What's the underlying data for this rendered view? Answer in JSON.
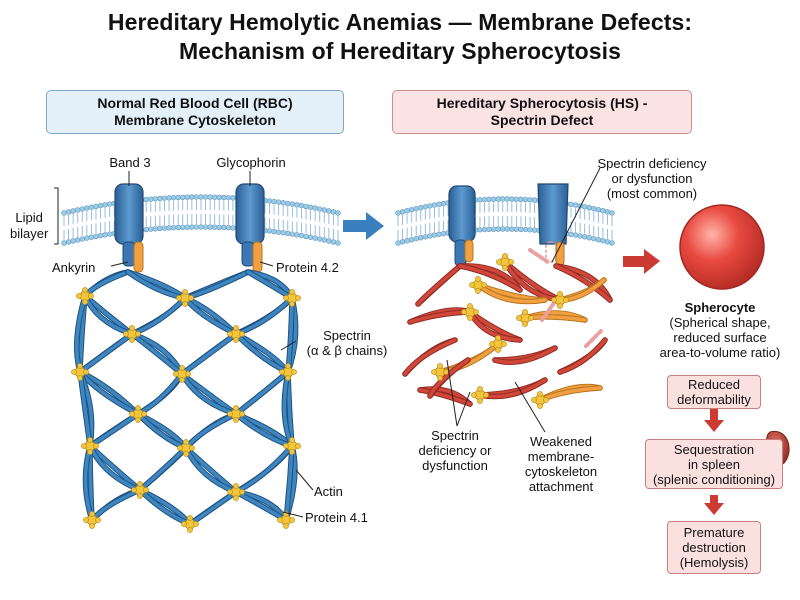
{
  "title": {
    "line1": "Hereditary Hemolytic Anemias — Membrane Defects:",
    "line2": "Mechanism of Hereditary Spherocytosis"
  },
  "panels": {
    "normal": {
      "line1": "Normal Red Blood Cell (RBC)",
      "line2": "Membrane Cytoskeleton"
    },
    "hs": {
      "line1": "Hereditary Spherocytosis (HS) -",
      "line2": "Spectrin Defect"
    }
  },
  "normal_labels": {
    "band3": "Band 3",
    "glycophorin": "Glycophorin",
    "lipid_line1": "Lipid",
    "lipid_line2": "bilayer",
    "ankyrin": "Ankyrin",
    "protein42": "Protein 4.2",
    "spectrin_line1": "Spectrin",
    "spectrin_line2": "(α & β chains)",
    "actin": "Actin",
    "protein41": "Protein 4.1"
  },
  "hs_labels": {
    "defect_line1": "Spectrin deficiency",
    "defect_line2": "or dysfunction",
    "defect_line3": "(most common)",
    "bottom_left_line1": "Spectrin",
    "bottom_left_line2": "deficiency or",
    "bottom_left_line3": "dysfunction",
    "bottom_right_line1": "Weakened",
    "bottom_right_line2": "membrane-",
    "bottom_right_line3": "cytoskeleton",
    "bottom_right_line4": "attachment"
  },
  "spherocyte": {
    "name": "Spherocyte",
    "desc_line1": "(Spherical shape,",
    "desc_line2": "reduced surface",
    "desc_line3": "area-to-volume ratio)"
  },
  "flow": [
    {
      "line1": "Reduced",
      "line2": "deformability"
    },
    {
      "line1": "Sequestration",
      "line2": "in spleen",
      "line3": "(splenic conditioning)"
    },
    {
      "line1": "Premature",
      "line2": "destruction",
      "line3": "(Hemolysis)"
    }
  ],
  "colors": {
    "spectrin_normal": "#3d86bf",
    "spectrin_defect": "#d0473a",
    "protein_orange": "#f0a040",
    "actin_node": "#f2c53d",
    "lipid_head": "#9ccbe6",
    "band3": "#3b78b3",
    "spherocyte": "#e0443c",
    "arrow_blue": "#3a7fbf",
    "arrow_red": "#cc3a34"
  },
  "icons": [
    "spleen-icon",
    "right-arrow-icon",
    "down-arrow-icon"
  ]
}
